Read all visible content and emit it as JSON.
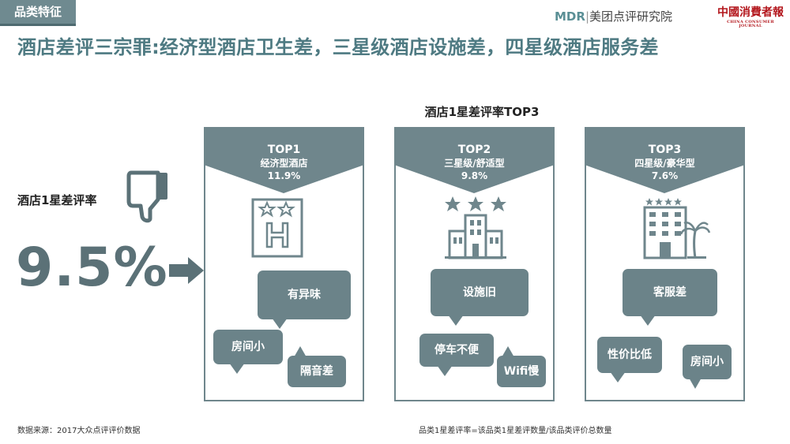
{
  "header": {
    "tag": "品类特征",
    "brand_mark": "MDR",
    "brand_name": "美团点评研究院",
    "brand_consumer": "中國消費者報",
    "brand_consumer_sub": "CHINA CONSUMER JOURNAL",
    "headline": "酒店差评三宗罪:经济型酒店卫生差，三星级酒店设施差，四星级酒店服务差"
  },
  "left": {
    "label": "酒店1星差评率",
    "value": "9.5%"
  },
  "chart": {
    "title": "酒店1星差评率TOP3",
    "cards": [
      {
        "rank": "TOP1",
        "category": "经济型酒店",
        "rate": "11.9%",
        "bubbles": [
          "有异味",
          "房间小",
          "隔音差"
        ]
      },
      {
        "rank": "TOP2",
        "category": "三星级/舒适型",
        "rate": "9.8%",
        "bubbles": [
          "设施旧",
          "停车不便",
          "Wifi慢"
        ]
      },
      {
        "rank": "TOP3",
        "category": "四星级/豪华型",
        "rate": "7.6%",
        "bubbles": [
          "客服差",
          "性价比低",
          "房间小"
        ]
      }
    ]
  },
  "footer": {
    "source": "数据来源：2017大众点评评价数据",
    "note": "品类1星差评率=该品类1星差评数量/该品类评价总数量"
  },
  "colors": {
    "accent": "#4e7a82",
    "card": "#6f868c",
    "bubble": "#6b8389",
    "big_number": "#5b7177"
  }
}
